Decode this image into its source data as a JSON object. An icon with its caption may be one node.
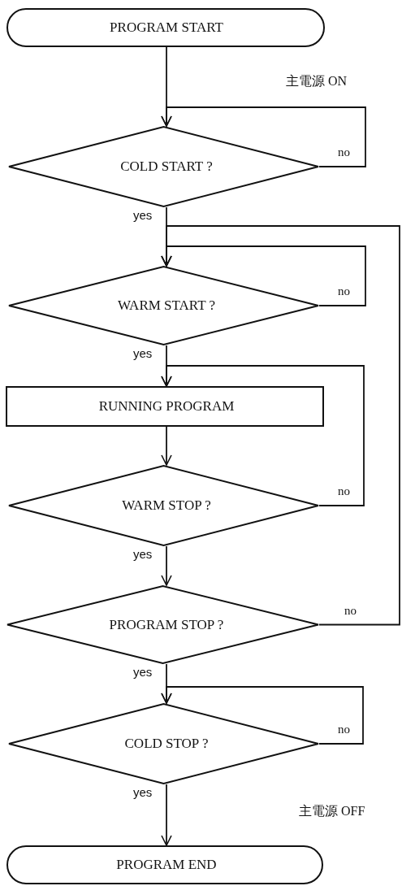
{
  "diagram": {
    "nodes": [
      {
        "text": [
          "PROGRAM START"
        ]
      },
      {
        "text": [
          "COLD START ?"
        ]
      },
      {
        "text": [
          "WARM START ?"
        ]
      },
      {
        "text": [
          "RUNNING PROGRAM"
        ]
      },
      {
        "text": [
          "WARM STOP ?"
        ]
      },
      {
        "text": [
          "PROGRAM STOP ?"
        ]
      },
      {
        "text": [
          "COLD STOP ?"
        ]
      },
      {
        "text": [
          "PROGRAM END"
        ]
      }
    ],
    "edges": [
      {
        "from": 0,
        "to": 1,
        "arrow": "to"
      },
      {
        "from": 1,
        "to": 1,
        "arrow": "to",
        "label": "no"
      },
      {
        "from": 1,
        "to": 2,
        "arrow": "to",
        "label": "yes"
      },
      {
        "from": 2,
        "to": 2,
        "arrow": "to",
        "label": "no"
      },
      {
        "from": 2,
        "to": 3,
        "arrow": "to",
        "label": "yes"
      },
      {
        "from": 3,
        "to": 4,
        "arrow": "to"
      },
      {
        "from": 4,
        "to": 3,
        "arrow": "to",
        "label": "no"
      },
      {
        "from": 4,
        "to": 5,
        "arrow": "to",
        "label": "yes"
      },
      {
        "from": 5,
        "to": 2,
        "arrow": "to",
        "label": "no"
      },
      {
        "from": 5,
        "to": 6,
        "arrow": "to",
        "label": "yes"
      },
      {
        "from": 6,
        "to": 6,
        "arrow": "to",
        "label": "no"
      },
      {
        "from": 6,
        "to": 7,
        "arrow": "to",
        "label": "yes"
      }
    ],
    "labels": [
      "主電源 ON",
      "主電源 OFF"
    ]
  }
}
